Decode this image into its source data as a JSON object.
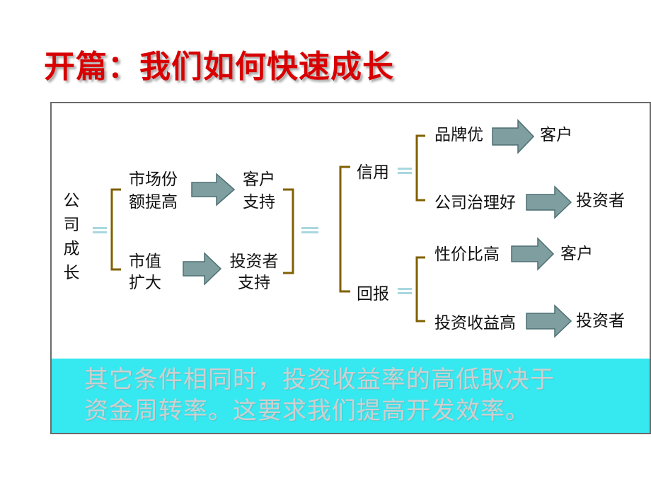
{
  "title": "开篇：我们如何快速成长",
  "root": {
    "chars": [
      "公",
      "司",
      "成",
      "长"
    ]
  },
  "level1": {
    "market": {
      "lines": [
        "市场份",
        "额提高"
      ],
      "result": [
        "客户",
        "支持"
      ]
    },
    "valuation": {
      "lines": [
        "市值",
        "扩大"
      ],
      "result": [
        "投资者",
        "支持"
      ]
    }
  },
  "level2": {
    "credit": {
      "label": "信用",
      "items": [
        {
          "label": "品牌优",
          "target": "客户"
        },
        {
          "label": "公司治理好",
          "target": "投资者"
        }
      ]
    },
    "return": {
      "label": "回报",
      "items": [
        {
          "label": "性价比高",
          "target": "客户"
        },
        {
          "label": "投资收益高",
          "target": "投资者"
        }
      ]
    }
  },
  "note": {
    "lines": [
      "其它条件相同时，投资收益率的高低取决于",
      "资金周转率。这要求我们提高开发效率。"
    ]
  },
  "colors": {
    "title": "#d80000",
    "bracket": "#806000",
    "arrow_fill": "#7f9ea0",
    "arrow_stroke": "#4d6f72",
    "equals": "#a8d8de",
    "note_bg": "#36e8f0",
    "note_text": "#cfcfcf"
  },
  "icons": {
    "arrow": "right-arrow-icon",
    "equals": "equals-icon"
  }
}
